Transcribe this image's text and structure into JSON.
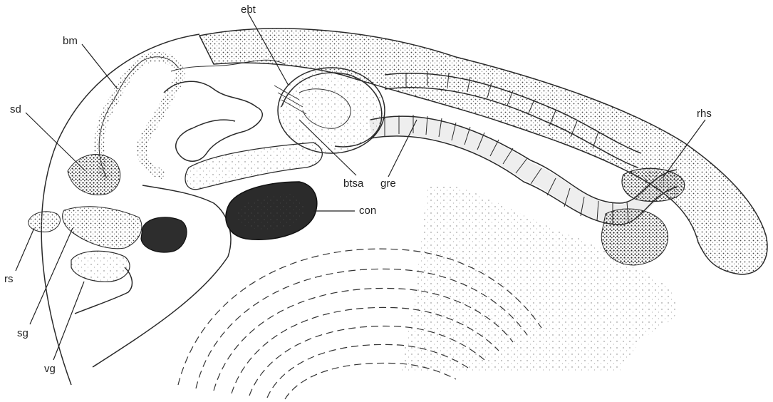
{
  "figure": {
    "labels": {
      "bm": "bm",
      "ebt": "ebt",
      "sd": "sd",
      "rhs": "rhs",
      "btsa": "btsa",
      "gre": "gre",
      "con": "con",
      "rs": "rs",
      "sg": "sg",
      "vg": "vg"
    }
  },
  "colors": {
    "ink": "#2a2a2a",
    "stipple": "#555555",
    "background": "#ffffff"
  }
}
